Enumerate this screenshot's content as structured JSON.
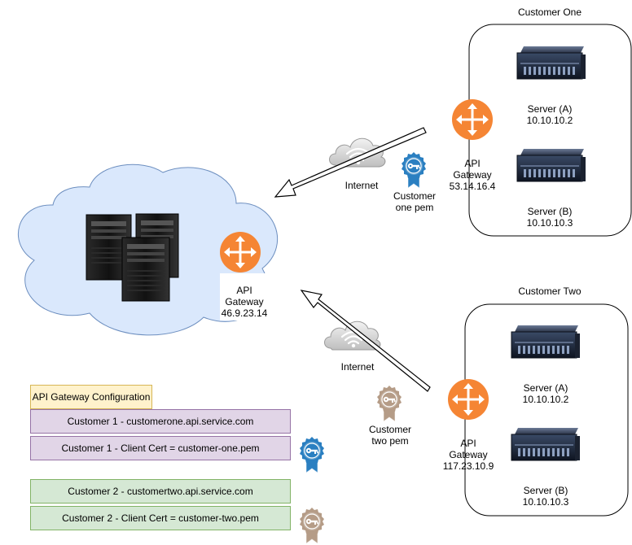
{
  "central_gateway": {
    "api_line": "API",
    "gateway_line": "Gateway",
    "ip": "46.9.23.14"
  },
  "customer_one": {
    "title": "Customer One",
    "gateway": {
      "api_line": "API",
      "gateway_line": "Gateway",
      "ip": "53.14.16.4"
    },
    "server_a": {
      "name": "Server (A)",
      "ip": "10.10.10.2"
    },
    "server_b": {
      "name": "Server (B)",
      "ip": "10.10.10.3"
    },
    "pem_label": "Customer\none pem",
    "internet_label": "Internet"
  },
  "customer_two": {
    "title": "Customer Two",
    "gateway": {
      "api_line": "API",
      "gateway_line": "Gateway",
      "ip": "117.23.10.9"
    },
    "server_a": {
      "name": "Server (A)",
      "ip": "10.10.10.2"
    },
    "server_b": {
      "name": "Server (B)",
      "ip": "10.10.10.3"
    },
    "pem_label": "Customer\ntwo pem",
    "internet_label": "Internet"
  },
  "config": {
    "header": "API Gateway Configuration",
    "rows": [
      "Customer 1 - customerone.api.service.com",
      "Customer 1 - Client Cert = customer-one.pem",
      "Customer 2 - customertwo.api.service.com",
      "Customer 2 - Client Cert = customer-two.pem"
    ]
  },
  "colors": {
    "cloud_fill": "#dae8fc",
    "cloud_stroke": "#6c8ebf",
    "gateway_orange": "#f58534",
    "purple_fill": "#e1d5e7",
    "purple_stroke": "#9673a6",
    "green_fill": "#d5e8d4",
    "green_stroke": "#82b366",
    "yellow_fill": "#fff2cc",
    "yellow_stroke": "#d6b656",
    "badge_blue": "#2a7fc1",
    "badge_tan": "#b59c87"
  }
}
